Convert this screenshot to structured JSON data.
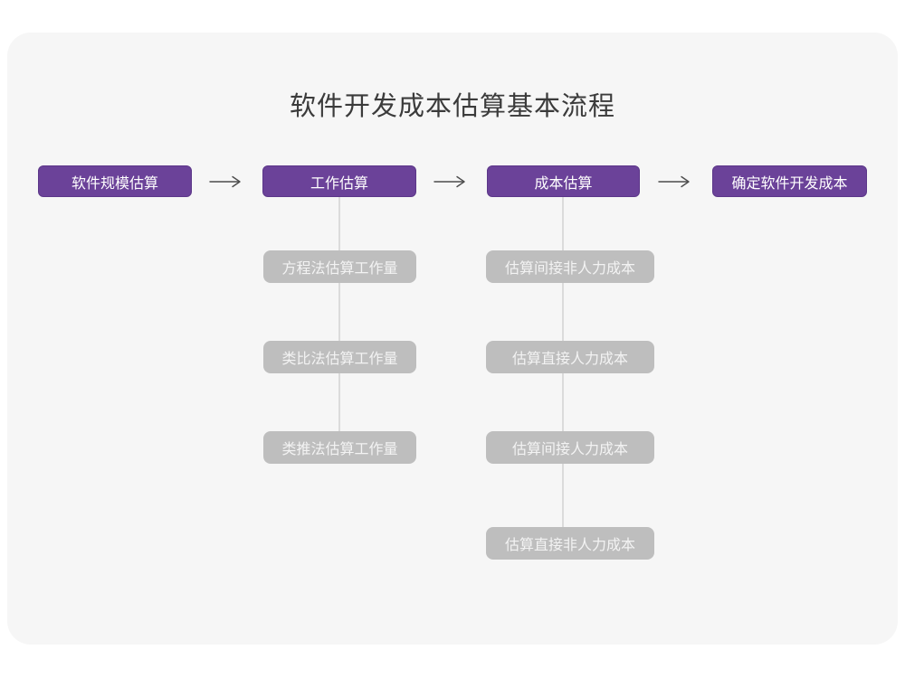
{
  "title": "软件开发成本估算基本流程",
  "colors": {
    "accent": "#6B4299",
    "accent-border": "#5C3789",
    "node-gray": "#BEBEBE",
    "node-gray-text": "#F3F3F3",
    "panel": "#F6F6F6",
    "line": "#DBDBDB",
    "arrow": "#4C4C4C",
    "title": "#3B3B3B"
  },
  "flow": {
    "main": [
      {
        "label": "软件规模估算"
      },
      {
        "label": "工作估算"
      },
      {
        "label": "成本估算"
      },
      {
        "label": "确定软件开发成本"
      }
    ],
    "work_estimation_methods": [
      {
        "label": "方程法估算工作量"
      },
      {
        "label": "类比法估算工作量"
      },
      {
        "label": "类推法估算工作量"
      }
    ],
    "cost_estimation_steps": [
      {
        "label": "估算间接非人力成本"
      },
      {
        "label": "估算直接人力成本"
      },
      {
        "label": "估算间接人力成本"
      },
      {
        "label": "估算直接非人力成本"
      }
    ]
  }
}
